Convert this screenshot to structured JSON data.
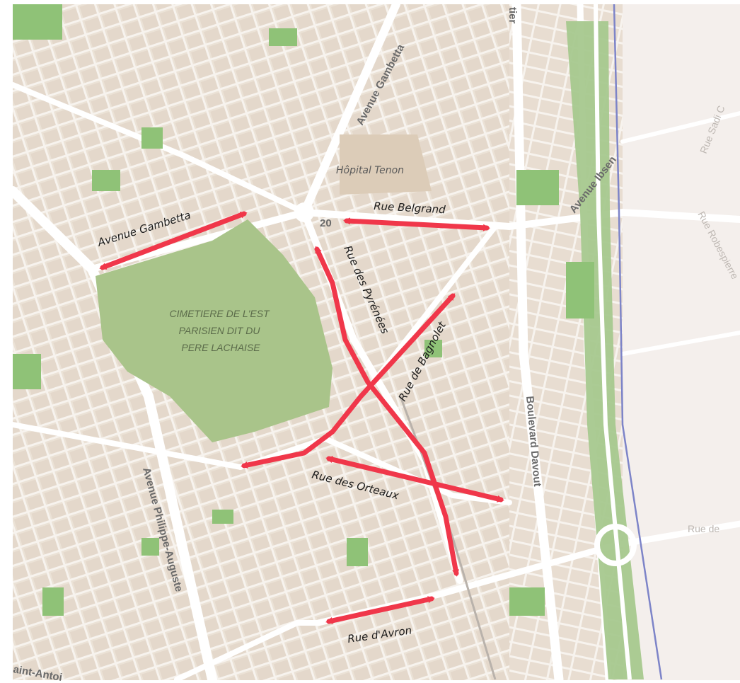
{
  "map": {
    "arrondissement": "20",
    "cemetery_label": [
      "CIMETIERE DE L'EST",
      "PARISIEN DIT DU",
      "PERE LACHAISE"
    ],
    "hospital_label": "Hôpital Tenon",
    "base_labels": {
      "avenue_gambetta_top": "Avenue Gambetta",
      "avenue_philippe_auguste": "Avenue Philippe-Auguste",
      "boulevard_davout": "Boulevard Davout",
      "avenue_ibsen": "Avenue Ibsen",
      "rue_sadi": "Rue Sadi C",
      "rue_robespierre": "Rue Robespierre",
      "rue_de": "Rue de",
      "saint_antoine": "aint-Antoi",
      "tier": "tier"
    }
  },
  "annotations": {
    "avenue_gambetta": "Avenue Gambetta",
    "rue_belgrand": "Rue Belgrand",
    "rue_des_pyrenees": "Rue des Pyrénées",
    "rue_de_bagnolet": "Rue de Bagnolet",
    "rue_des_orteaux": "Rue des Orteaux",
    "rue_d_avron": "Rue d'Avron"
  },
  "colors": {
    "arrow": "#f0374a",
    "park": "#a7c48a",
    "green": "#8fc277",
    "block": "#ebe2d6",
    "street": "#ffffff"
  }
}
